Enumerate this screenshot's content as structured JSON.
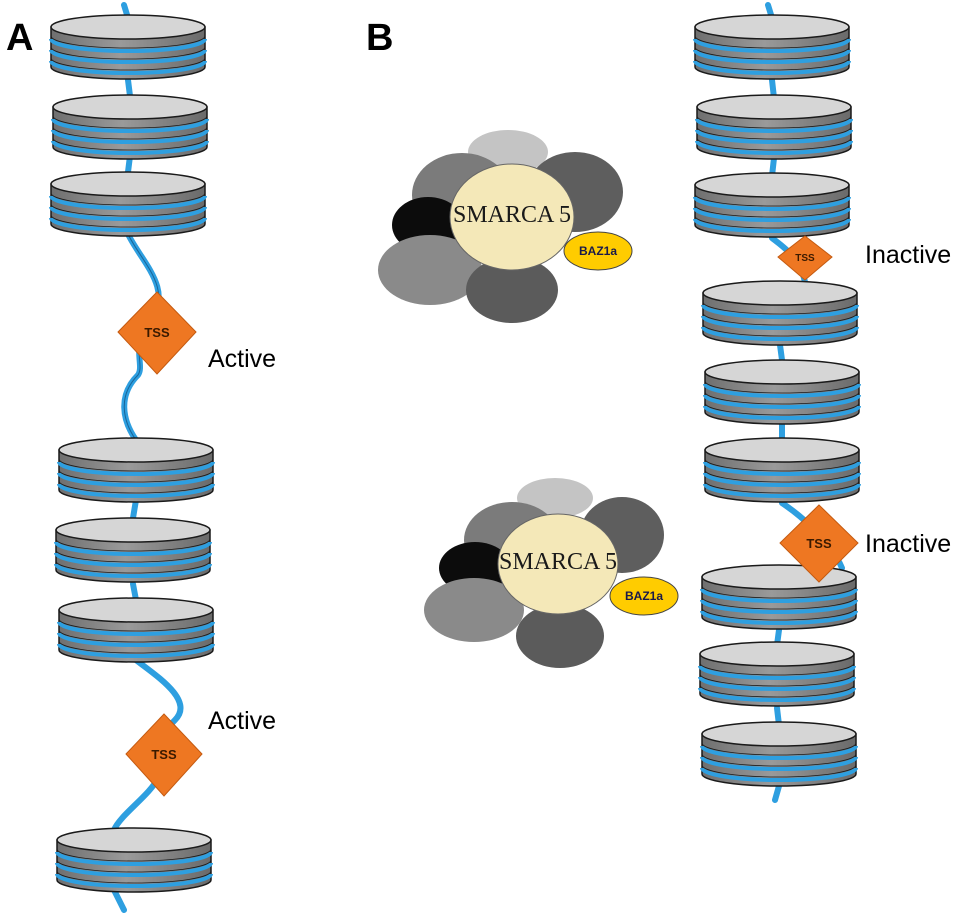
{
  "panels": [
    {
      "id": "A",
      "label": "A"
    },
    {
      "id": "B",
      "label": "B"
    }
  ],
  "tss_label": "TSS",
  "enzyme": {
    "name": "SMARCA 5",
    "subunit": "BAZ1a"
  },
  "labels": {
    "active_1": "Active",
    "active_2": "Active",
    "inactive_1": "Inactive",
    "inactive_2": "Inactive"
  },
  "colors": {
    "dna": "#2e9fe0",
    "nucleosome_body": "#8c8c8c",
    "nucleosome_top": "#d6d6d6",
    "tss": "#ee7722",
    "enzyme_core": "#f4e8b8",
    "subunit": "#ffcc00"
  }
}
